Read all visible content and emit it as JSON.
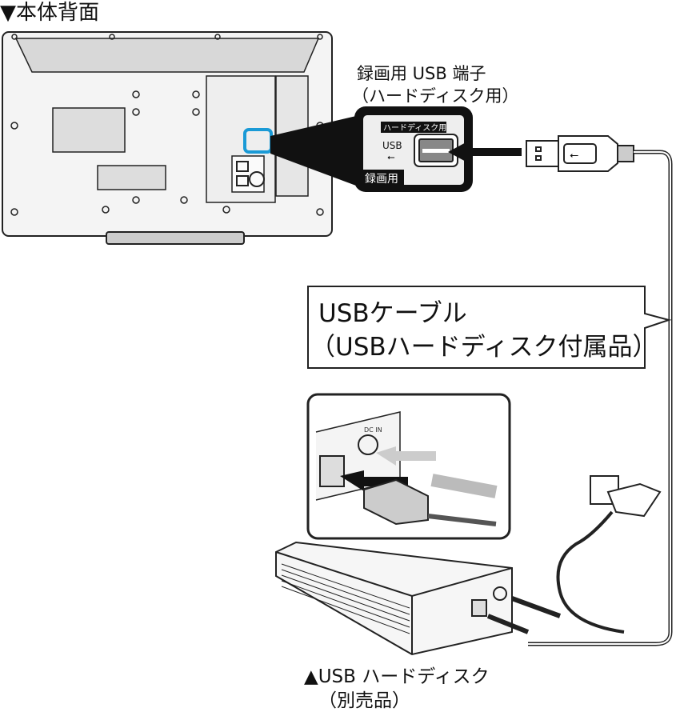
{
  "title": "▼本体背面",
  "usb_port_label": {
    "line1": "録画用 USB 端子",
    "line2": "（ハードディスク用）"
  },
  "port_closeup": {
    "tag": "ハードディスク用",
    "usb": "USB",
    "badge": "録画用",
    "highlight_color": "#1a9ad6"
  },
  "cable_label": {
    "line1": "USBケーブル",
    "line2": "（USBハードディスク付属品）"
  },
  "inset": {
    "dc_in": "DC IN"
  },
  "hdd_label": {
    "line1": "▲USB ハードディスク",
    "line2": "（別売品）"
  }
}
